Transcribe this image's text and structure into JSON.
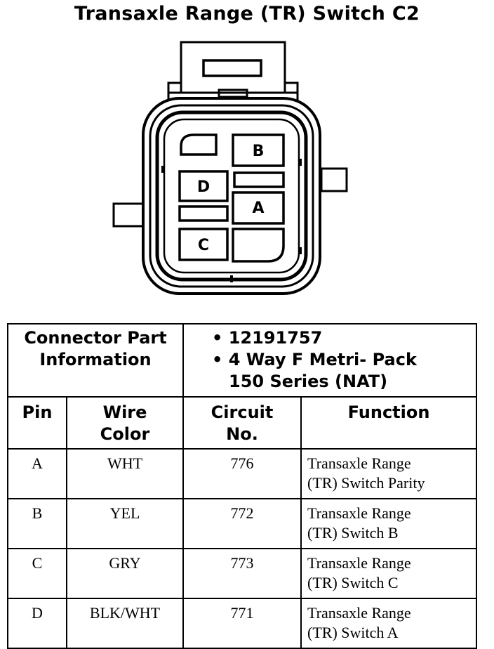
{
  "title": "Transaxle Range (TR) Switch C2",
  "connector": {
    "cavities": [
      "B",
      "D",
      "A",
      "C"
    ]
  },
  "part_info": {
    "label_line1": "Connector Part",
    "label_line2": "Information",
    "part_number": "• 12191757",
    "description_line1": "• 4 Way F Metri- Pack",
    "description_line2": "150 Series (NAT)"
  },
  "columns": {
    "pin": "Pin",
    "wire_color_line1": "Wire",
    "wire_color_line2": "Color",
    "circuit_line1": "Circuit",
    "circuit_line2": "No.",
    "function": "Function"
  },
  "rows": [
    {
      "pin": "A",
      "wire_color": "WHT",
      "circuit": "776",
      "function_line1": "Transaxle Range",
      "function_line2": "(TR) Switch Parity"
    },
    {
      "pin": "B",
      "wire_color": "YEL",
      "circuit": "772",
      "function_line1": "Transaxle Range",
      "function_line2": "(TR) Switch B"
    },
    {
      "pin": "C",
      "wire_color": "GRY",
      "circuit": "773",
      "function_line1": "Transaxle Range",
      "function_line2": "(TR) Switch C"
    },
    {
      "pin": "D",
      "wire_color": "BLK/WHT",
      "circuit": "771",
      "function_line1": "Transaxle Range",
      "function_line2": "(TR) Switch A"
    }
  ]
}
